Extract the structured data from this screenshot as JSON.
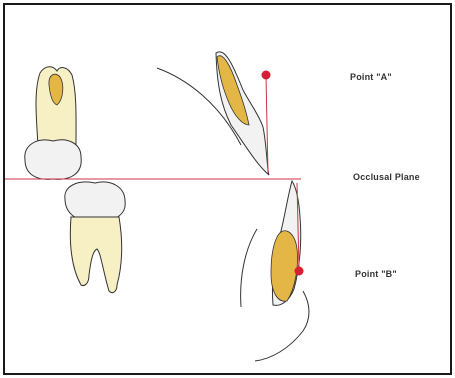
{
  "labels": {
    "point_a": "Point \"A\"",
    "occlusal_plane": "Occlusal Plane",
    "point_b": "Point \"B\""
  },
  "colors": {
    "tooth_fill": "#f6f0c4",
    "enamel": "#f2f2f2",
    "pulp": "#e3b645",
    "reference_line": "#cc3344",
    "point_marker": "#d61f35",
    "outline": "#333333"
  }
}
